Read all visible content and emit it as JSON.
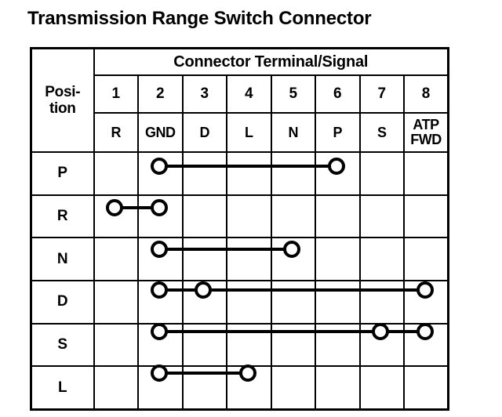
{
  "title": "Transmission Range Switch Connector",
  "table": {
    "position_header": {
      "line1": "Posi-",
      "line2": "tion"
    },
    "group_header": "Connector Terminal/Signal",
    "terminal_numbers": [
      "1",
      "2",
      "3",
      "4",
      "5",
      "6",
      "7",
      "8"
    ],
    "terminal_signals": [
      {
        "line1": "R",
        "line2": ""
      },
      {
        "line1": "GND",
        "line2": ""
      },
      {
        "line1": "D",
        "line2": ""
      },
      {
        "line1": "L",
        "line2": ""
      },
      {
        "line1": "N",
        "line2": ""
      },
      {
        "line1": "P",
        "line2": ""
      },
      {
        "line1": "S",
        "line2": ""
      },
      {
        "line1": "ATP",
        "line2": "FWD"
      }
    ],
    "rows": [
      {
        "position": "P",
        "connected_terminals": [
          2,
          6
        ]
      },
      {
        "position": "R",
        "connected_terminals": [
          1,
          2
        ]
      },
      {
        "position": "N",
        "connected_terminals": [
          2,
          5
        ]
      },
      {
        "position": "D",
        "connected_terminals": [
          2,
          3,
          8
        ]
      },
      {
        "position": "S",
        "connected_terminals": [
          2,
          7,
          8
        ]
      },
      {
        "position": "L",
        "connected_terminals": [
          2,
          4
        ]
      }
    ]
  },
  "colors": {
    "ink": "#000000",
    "paper": "#ffffff"
  },
  "geometry": {
    "position_col_width": 80,
    "terminal_col_width": 56.5,
    "header_span_height": 32,
    "header_num_height": 46,
    "header_sig_height": 48,
    "data_row_height": 52.7,
    "node_diameter": 22
  }
}
